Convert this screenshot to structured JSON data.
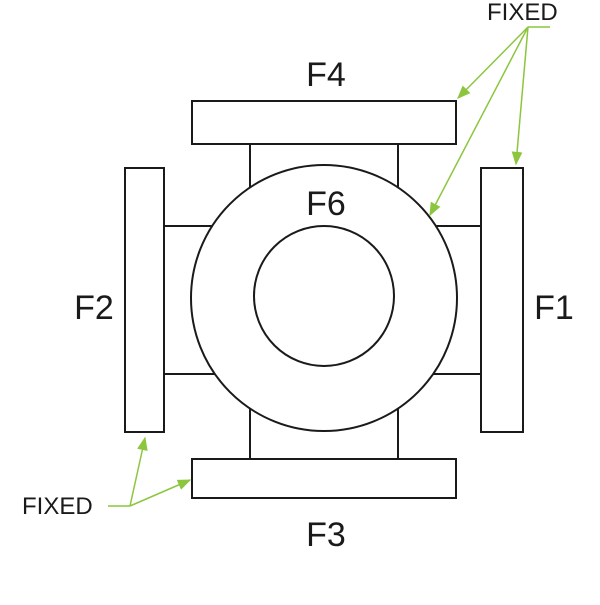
{
  "faces": {
    "f1": "F1",
    "f2": "F2",
    "f3": "F3",
    "f4": "F4",
    "f6": "F6"
  },
  "callouts": {
    "top_right": "FIXED",
    "bottom_left": "FIXED"
  },
  "colors": {
    "outline": "#1a1a1a",
    "leader": "#8cc63f",
    "background": "#ffffff"
  }
}
